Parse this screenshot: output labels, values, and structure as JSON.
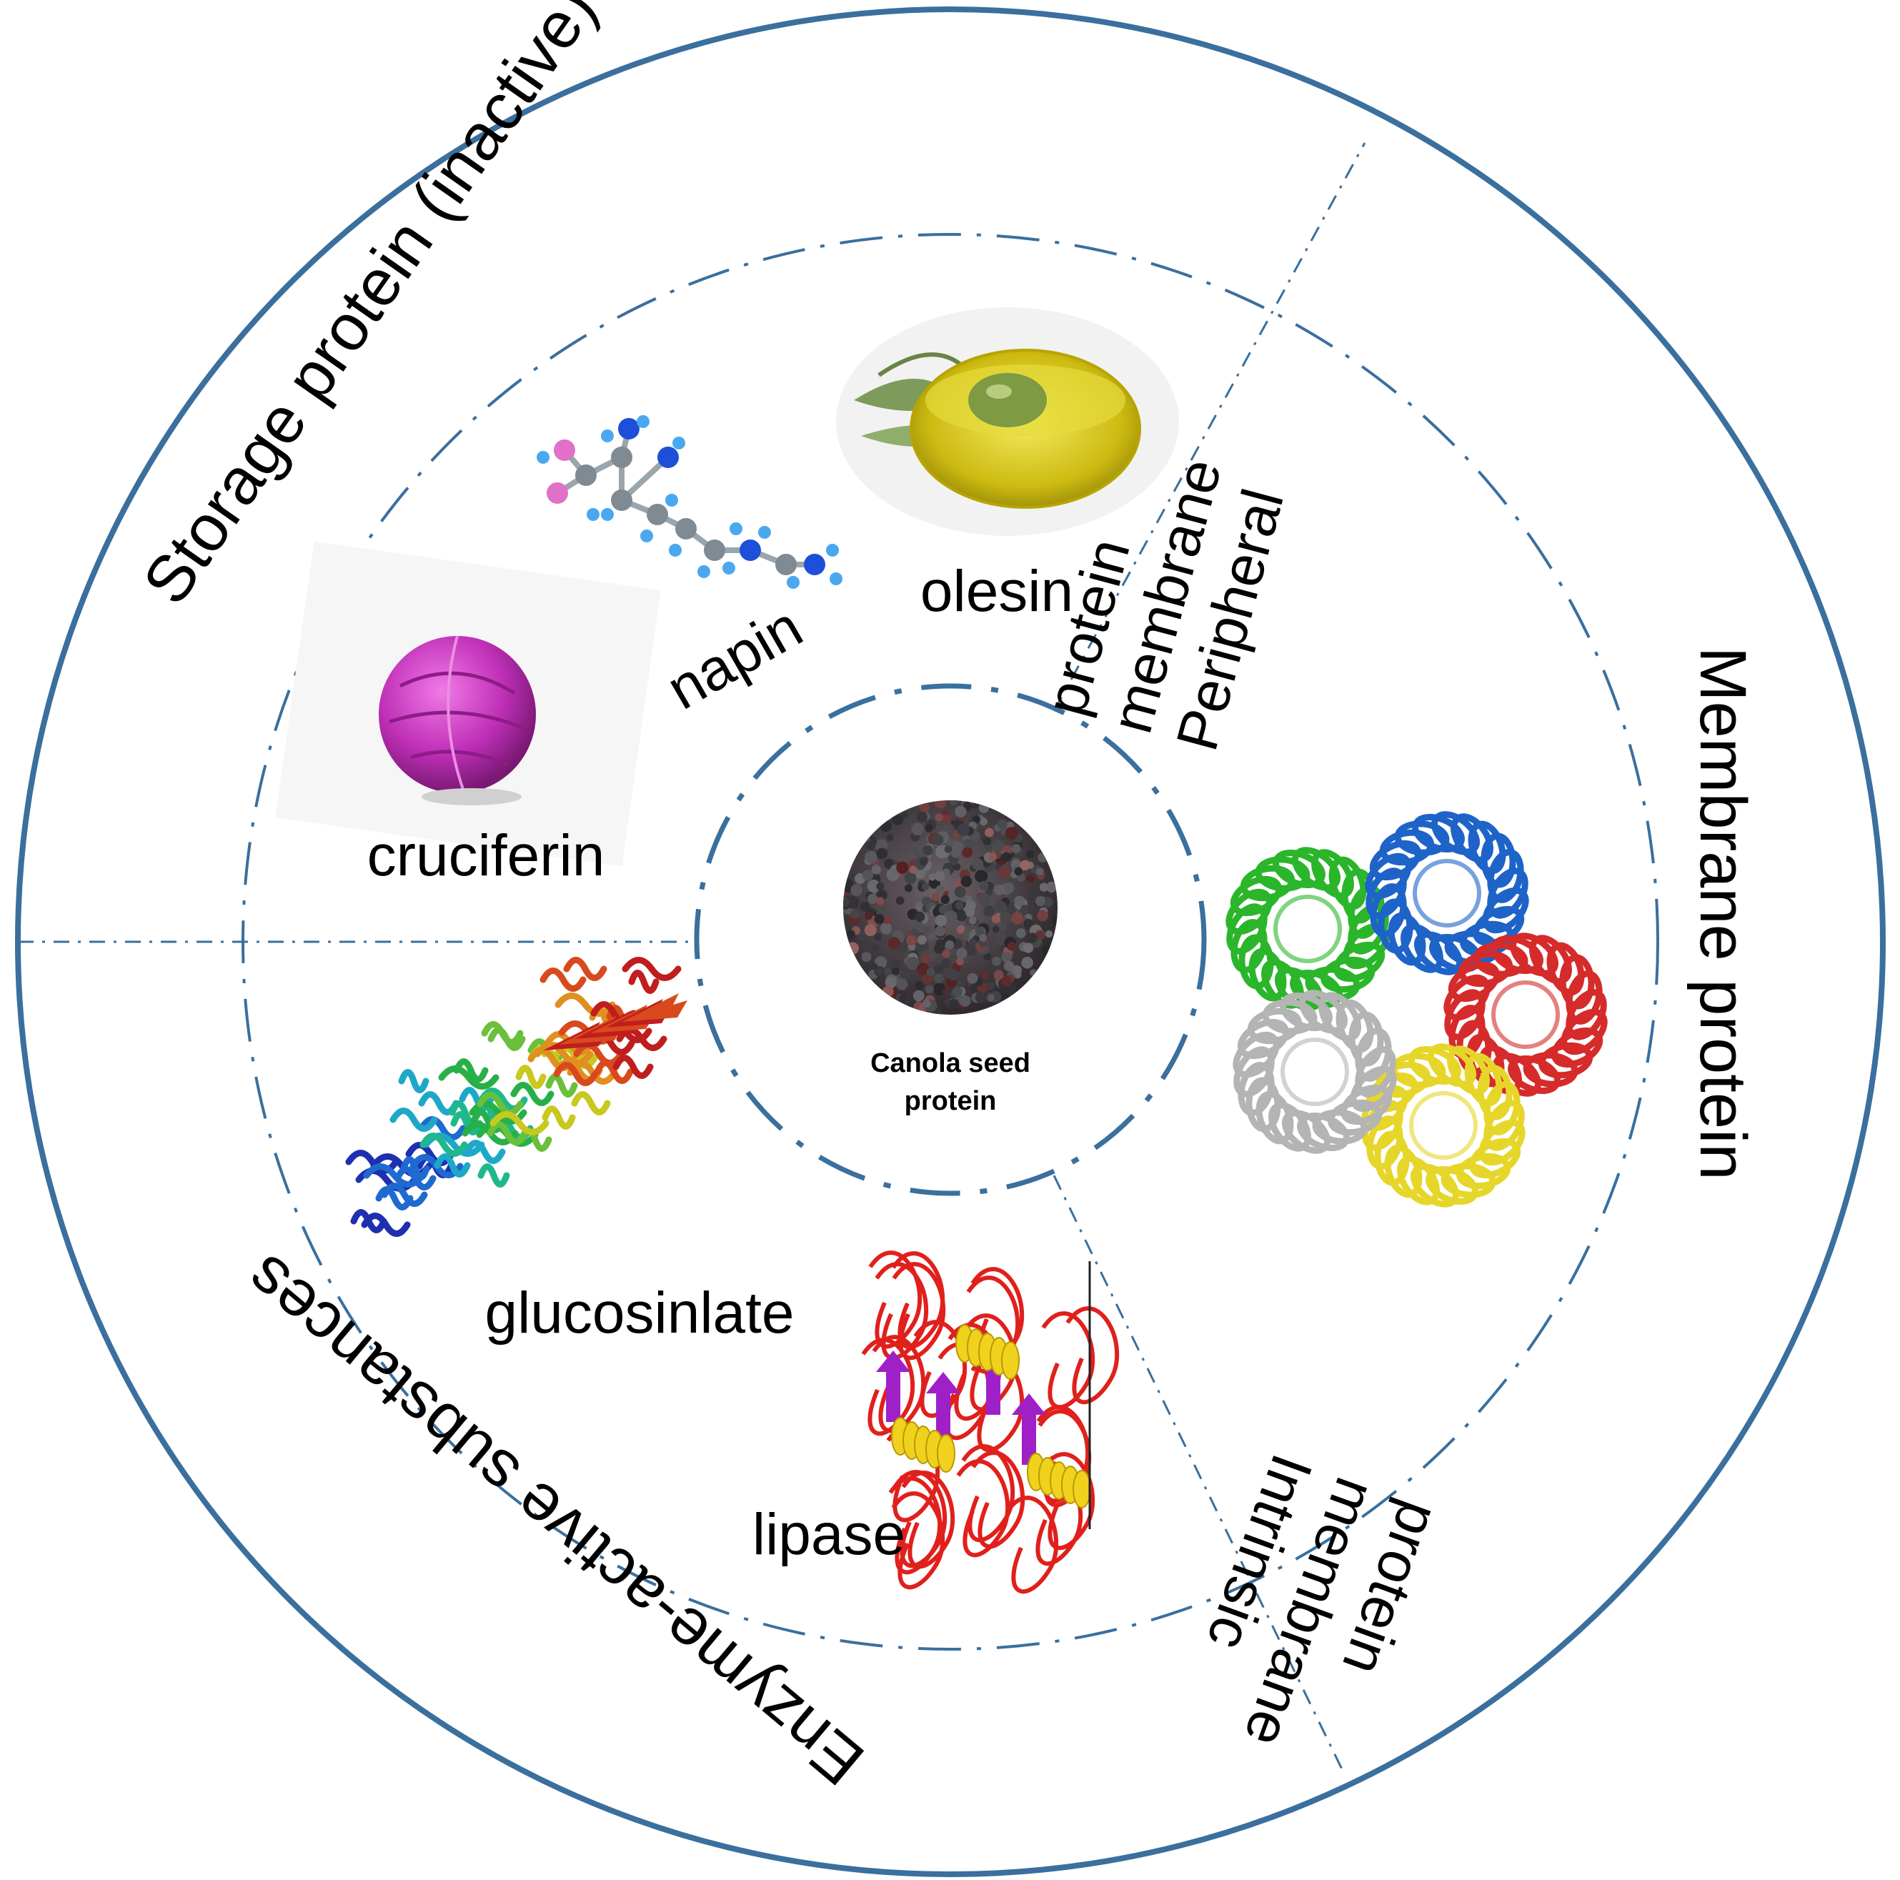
{
  "center": {
    "label_line1": "Canola seed",
    "label_line2": "protein"
  },
  "sectors": {
    "storage": "Storage protein  (inactive)",
    "membrane": "Membrane  protein",
    "enzyme": "Enzyme-active substances"
  },
  "subgroups": {
    "peripheral": [
      "Peripheral",
      "membrane",
      "protein"
    ],
    "intrinsic": [
      "Intrinsic",
      "membrane",
      "protein"
    ]
  },
  "items": {
    "olesin": "olesin",
    "napin": "napin",
    "cruciferin": "cruciferin",
    "glucosinlate": "glucosinlate",
    "lipase": "lipase"
  },
  "colors": {
    "ring": "#3a6f9e",
    "seed": "#4a4348",
    "cabbage": "#c030b8",
    "oil": "#d8c814",
    "protein_green": "#2bb52b",
    "protein_blue": "#1e63c8",
    "protein_red": "#d62b2b",
    "protein_yellow": "#e6d62a",
    "protein_gray": "#b4b4b4",
    "lipase_red": "#e0201c",
    "lipase_purple": "#a020c8"
  }
}
